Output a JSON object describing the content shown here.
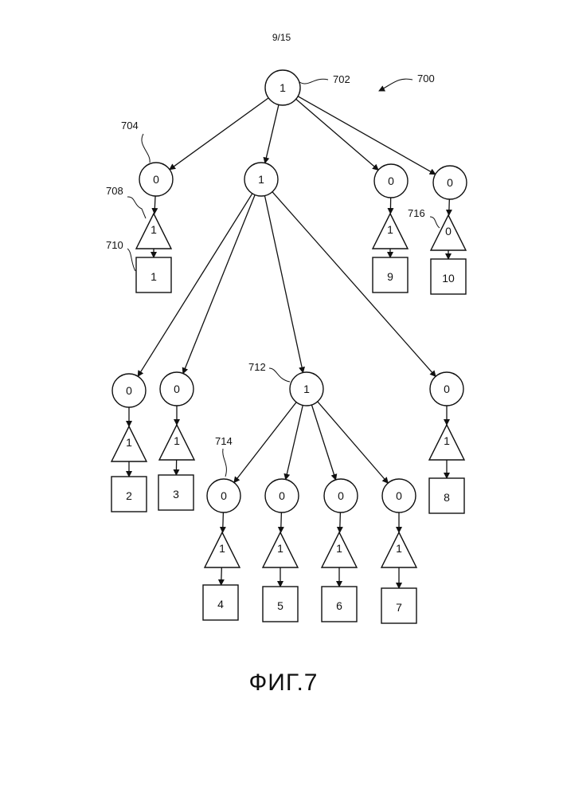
{
  "page_number": "9/15",
  "figure_caption": "ФИГ.7",
  "figure_ref": "700",
  "nodes": [
    {
      "id": "root",
      "shape": "circle",
      "label": "1",
      "ref": "702"
    },
    {
      "id": "c704",
      "shape": "circle",
      "label": "0",
      "ref": "704"
    },
    {
      "id": "t708",
      "shape": "triangle",
      "label": "1",
      "ref": "708"
    },
    {
      "id": "s1",
      "shape": "square",
      "label": "1",
      "ref": "710"
    },
    {
      "id": "mid",
      "shape": "circle",
      "label": "1",
      "ref": ""
    },
    {
      "id": "c9",
      "shape": "circle",
      "label": "0",
      "ref": ""
    },
    {
      "id": "t9",
      "shape": "triangle",
      "label": "1",
      "ref": ""
    },
    {
      "id": "s9",
      "shape": "square",
      "label": "9",
      "ref": ""
    },
    {
      "id": "c10",
      "shape": "circle",
      "label": "0",
      "ref": ""
    },
    {
      "id": "t10",
      "shape": "triangle",
      "label": "0",
      "ref": "716"
    },
    {
      "id": "s10",
      "shape": "square",
      "label": "10",
      "ref": ""
    },
    {
      "id": "c2",
      "shape": "circle",
      "label": "0",
      "ref": ""
    },
    {
      "id": "t2",
      "shape": "triangle",
      "label": "1",
      "ref": ""
    },
    {
      "id": "s2",
      "shape": "square",
      "label": "2",
      "ref": ""
    },
    {
      "id": "c3",
      "shape": "circle",
      "label": "0",
      "ref": ""
    },
    {
      "id": "t3",
      "shape": "triangle",
      "label": "1",
      "ref": ""
    },
    {
      "id": "s3",
      "shape": "square",
      "label": "3",
      "ref": ""
    },
    {
      "id": "n712",
      "shape": "circle",
      "label": "1",
      "ref": "712"
    },
    {
      "id": "c8",
      "shape": "circle",
      "label": "0",
      "ref": ""
    },
    {
      "id": "t8",
      "shape": "triangle",
      "label": "1",
      "ref": ""
    },
    {
      "id": "s8",
      "shape": "square",
      "label": "8",
      "ref": ""
    },
    {
      "id": "c4",
      "shape": "circle",
      "label": "0",
      "ref": "714"
    },
    {
      "id": "t4",
      "shape": "triangle",
      "label": "1",
      "ref": ""
    },
    {
      "id": "s4",
      "shape": "square",
      "label": "4",
      "ref": ""
    },
    {
      "id": "c5",
      "shape": "circle",
      "label": "0",
      "ref": ""
    },
    {
      "id": "t5",
      "shape": "triangle",
      "label": "1",
      "ref": ""
    },
    {
      "id": "s5",
      "shape": "square",
      "label": "5",
      "ref": ""
    },
    {
      "id": "c6",
      "shape": "circle",
      "label": "0",
      "ref": ""
    },
    {
      "id": "t6",
      "shape": "triangle",
      "label": "1",
      "ref": ""
    },
    {
      "id": "s6",
      "shape": "square",
      "label": "6",
      "ref": ""
    },
    {
      "id": "c7",
      "shape": "circle",
      "label": "0",
      "ref": ""
    },
    {
      "id": "t7",
      "shape": "triangle",
      "label": "1",
      "ref": ""
    },
    {
      "id": "s7",
      "shape": "square",
      "label": "7",
      "ref": ""
    }
  ],
  "edges": [
    [
      "root",
      "c704"
    ],
    [
      "root",
      "mid"
    ],
    [
      "root",
      "c9"
    ],
    [
      "root",
      "c10"
    ],
    [
      "c704",
      "t708"
    ],
    [
      "t708",
      "s1"
    ],
    [
      "c9",
      "t9"
    ],
    [
      "t9",
      "s9"
    ],
    [
      "c10",
      "t10"
    ],
    [
      "t10",
      "s10"
    ],
    [
      "mid",
      "c2"
    ],
    [
      "mid",
      "c3"
    ],
    [
      "mid",
      "n712"
    ],
    [
      "mid",
      "c8"
    ],
    [
      "c2",
      "t2"
    ],
    [
      "t2",
      "s2"
    ],
    [
      "c3",
      "t3"
    ],
    [
      "t3",
      "s3"
    ],
    [
      "c8",
      "t8"
    ],
    [
      "t8",
      "s8"
    ],
    [
      "n712",
      "c4"
    ],
    [
      "n712",
      "c5"
    ],
    [
      "n712",
      "c6"
    ],
    [
      "n712",
      "c7"
    ],
    [
      "c4",
      "t4"
    ],
    [
      "t4",
      "s4"
    ],
    [
      "c5",
      "t5"
    ],
    [
      "t5",
      "s5"
    ],
    [
      "c6",
      "t6"
    ],
    [
      "t6",
      "s6"
    ],
    [
      "c7",
      "t7"
    ],
    [
      "t7",
      "s7"
    ]
  ]
}
